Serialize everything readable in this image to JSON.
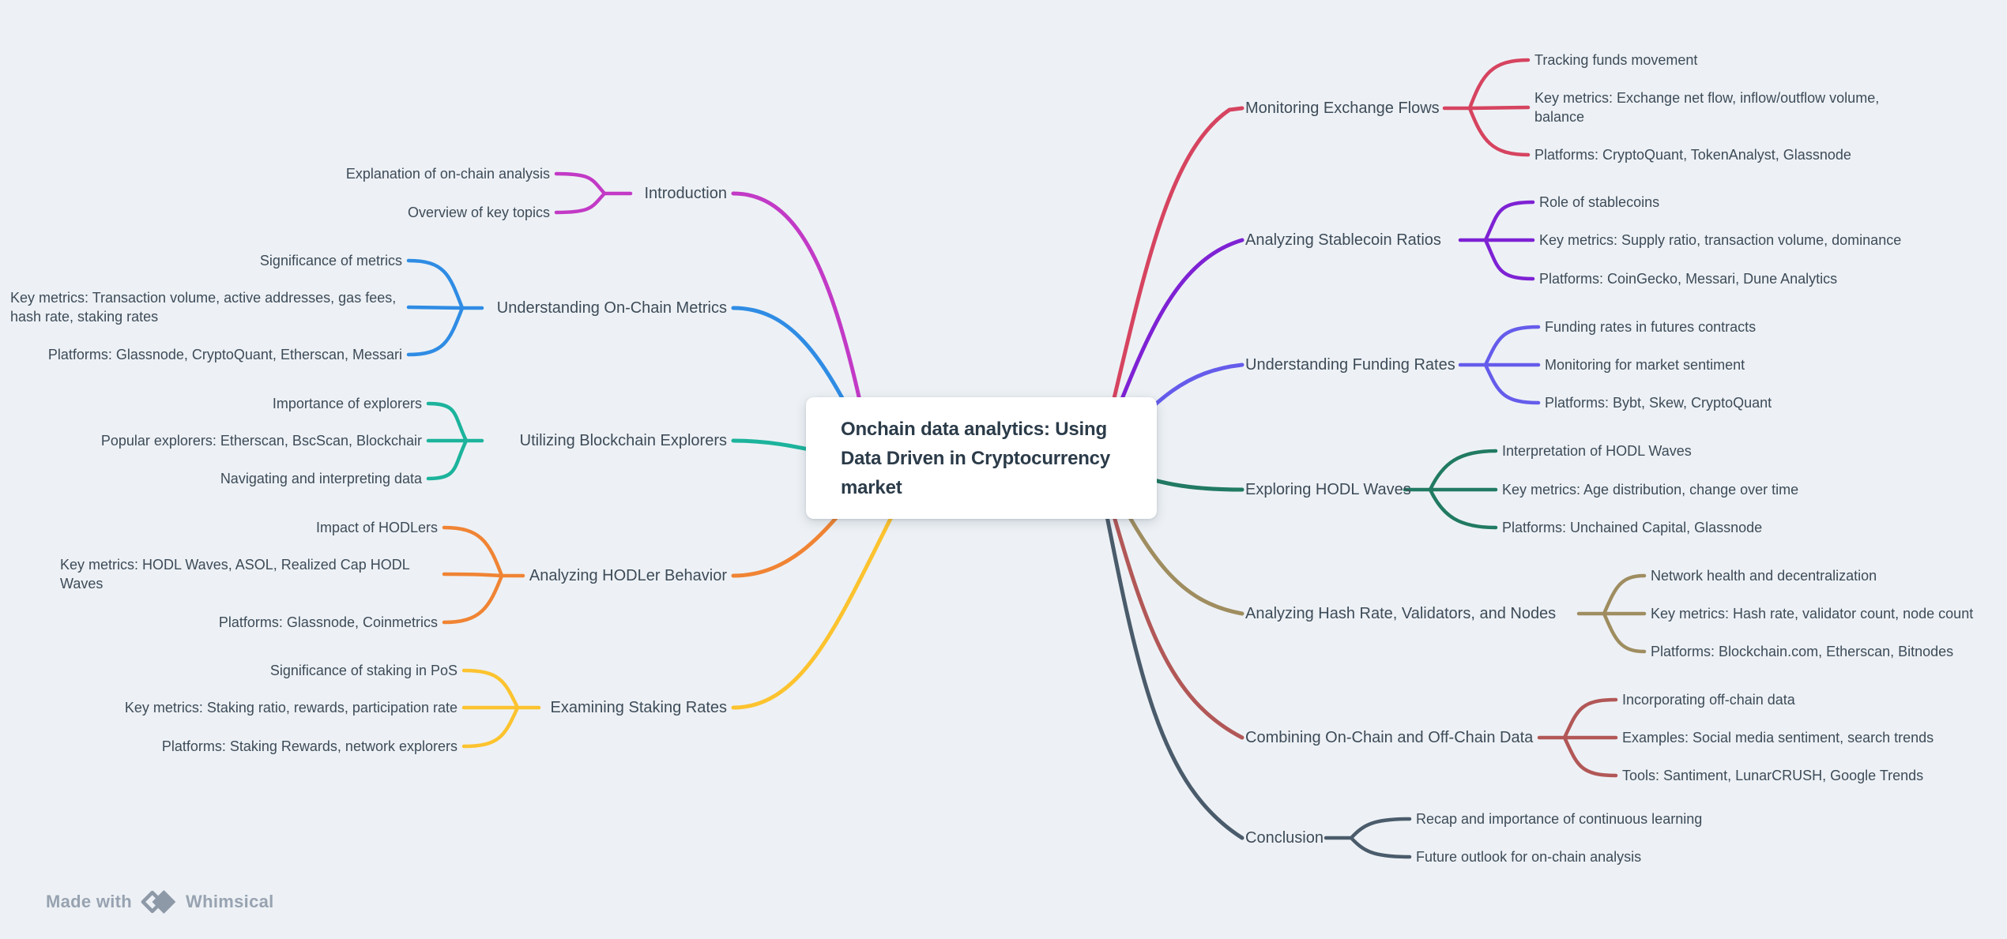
{
  "canvas": {
    "background": "#edf1f5",
    "label_text_color": "#3d4b58"
  },
  "center": {
    "title": "Onchain data analytics: Using Data Driven in Cryptocurrency market",
    "title_lines": [
      "Onchain data analytics: Using",
      "Data Driven in Cryptocurrency",
      "market"
    ],
    "card_color": "#ffffff",
    "title_color": "#2b3b49"
  },
  "branches": {
    "left": [
      {
        "label": "Introduction",
        "color": "#c23ac6",
        "children": [
          "Explanation of on-chain analysis",
          "Overview of key topics"
        ]
      },
      {
        "label": "Understanding On-Chain Metrics",
        "color": "#2f8ce4",
        "children": [
          "Significance of metrics",
          "Key metrics: Transaction volume, active addresses, gas fees, hash rate, staking rates",
          "Platforms: Glassnode, CryptoQuant, Etherscan, Messari"
        ]
      },
      {
        "label": "Utilizing Blockchain Explorers",
        "color": "#1cb39c",
        "children": [
          "Importance of explorers",
          "Popular explorers: Etherscan, BscScan, Blockchair",
          "Navigating and interpreting data"
        ]
      },
      {
        "label": "Analyzing HODLer Behavior",
        "color": "#f08434",
        "children": [
          "Impact of HODLers",
          "Key metrics: HODL Waves, ASOL, Realized Cap HODL Waves",
          "Platforms: Glassnode, Coinmetrics"
        ]
      },
      {
        "label": "Examining Staking Rates",
        "color": "#fcc32f",
        "children": [
          "Significance of staking in PoS",
          "Key metrics: Staking ratio, rewards, participation rate",
          "Platforms: Staking Rewards, network explorers"
        ]
      }
    ],
    "right": [
      {
        "label": "Monitoring Exchange Flows",
        "color": "#d64460",
        "children": [
          "Tracking funds movement",
          "Key metrics: Exchange net flow, inflow/outflow volume, balance",
          "Platforms: CryptoQuant, TokenAnalyst, Glassnode"
        ]
      },
      {
        "label": "Analyzing Stablecoin Ratios",
        "color": "#7e22d4",
        "children": [
          "Role of stablecoins",
          "Key metrics: Supply ratio, transaction volume, dominance",
          "Platforms: CoinGecko, Messari, Dune Analytics"
        ]
      },
      {
        "label": "Understanding Funding Rates",
        "color": "#655ceb",
        "children": [
          "Funding rates in futures contracts",
          "Monitoring for market sentiment",
          "Platforms: Bybt, Skew, CryptoQuant"
        ]
      },
      {
        "label": "Exploring HODL Waves",
        "color": "#217a63",
        "children": [
          "Interpretation of HODL Waves",
          "Key metrics: Age distribution, change over time",
          "Platforms: Unchained Capital, Glassnode"
        ]
      },
      {
        "label": "Analyzing Hash Rate, Validators, and Nodes",
        "color": "#9f8d60",
        "children": [
          "Network health and decentralization",
          "Key metrics: Hash rate, validator count, node count",
          "Platforms: Blockchain.com, Etherscan, Bitnodes"
        ]
      },
      {
        "label": "Combining On-Chain and Off-Chain Data",
        "color": "#b25757",
        "children": [
          "Incorporating off-chain data",
          "Examples: Social media sentiment, search trends",
          "Tools: Santiment, LunarCRUSH, Google Trends"
        ]
      },
      {
        "label": "Conclusion",
        "color": "#4a5b6b",
        "children": [
          "Recap and importance of continuous learning",
          "Future outlook for on-chain analysis"
        ]
      }
    ]
  },
  "watermark": {
    "made_with": "Made with",
    "brand": "Whimsical",
    "color": "#98a3b1"
  }
}
